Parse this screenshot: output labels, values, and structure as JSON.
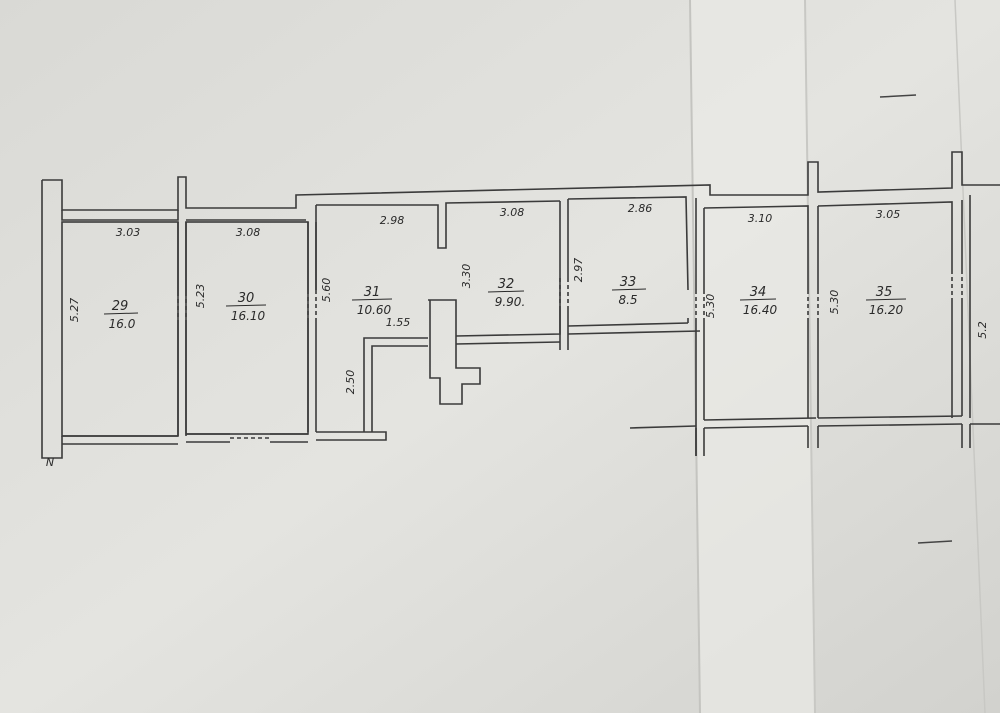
{
  "rooms": [
    {
      "number": "29",
      "area": "16.0",
      "width": "3.03",
      "depth": "5.27"
    },
    {
      "number": "30",
      "area": "16.10",
      "width": "3.08",
      "depth": "5.23"
    },
    {
      "number": "31",
      "area": "10.60",
      "width": "2.98",
      "depth": "5.60"
    },
    {
      "number": "32",
      "area": "9.90.",
      "width": "3.08",
      "depth": "3.30"
    },
    {
      "number": "33",
      "area": "8.5",
      "width": "2.86",
      "depth": "2.97"
    },
    {
      "number": "34",
      "area": "16.40",
      "width": "3.10",
      "depth": "5.30"
    },
    {
      "number": "35",
      "area": "16.20",
      "width": "3.05",
      "depth": "5.30"
    }
  ],
  "extra_dims": {
    "corridor_width": "1.55",
    "corridor_depth": "2.50",
    "right_edge_partial": "5.2"
  },
  "marks": {
    "bottom_left": "N"
  },
  "colors": {
    "paper": "#e6e6e2",
    "paper_shadow": "#cfcfcb",
    "ink": "#3b3b3b"
  }
}
